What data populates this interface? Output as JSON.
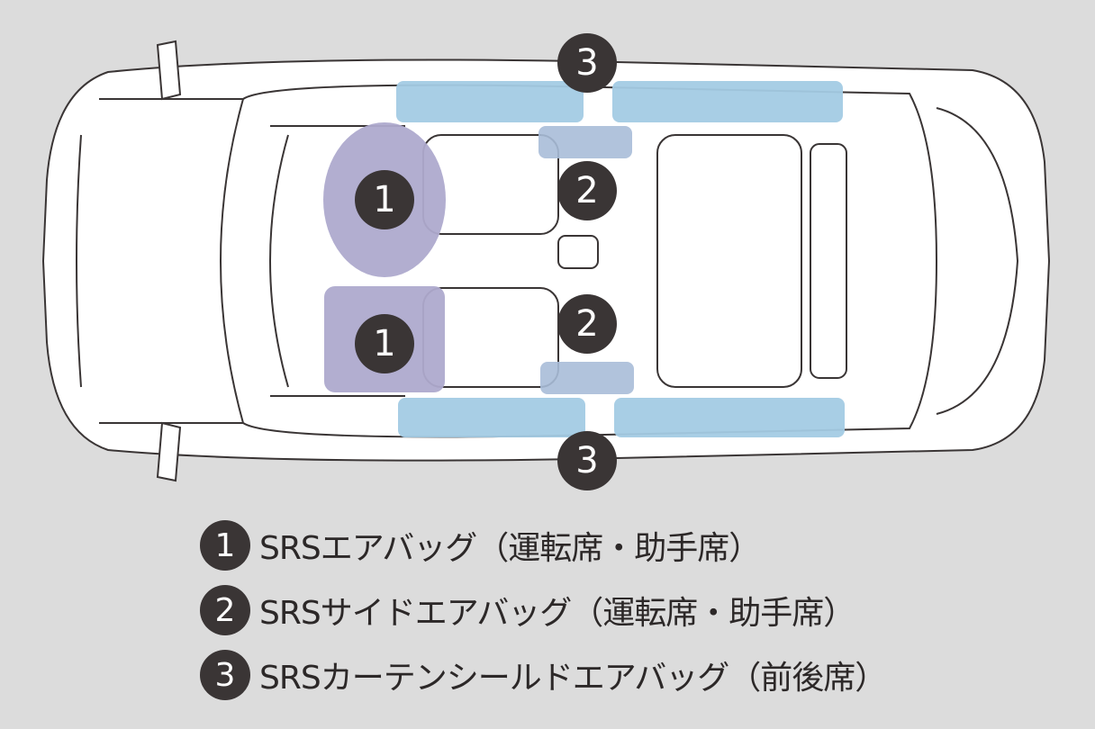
{
  "colors": {
    "background": "#dcdcdc",
    "curtain_airbag": "#a3cbe4",
    "front_airbag": "#aeaacd",
    "side_airbag": "#a9bcd8",
    "badge": "#3a3535"
  },
  "diagram": {
    "badges": [
      "1",
      "1",
      "2",
      "2",
      "3",
      "3"
    ]
  },
  "legend": [
    {
      "num": "1",
      "label": "SRSエアバッグ（運転席・助手席）"
    },
    {
      "num": "2",
      "label": "SRSサイドエアバッグ（運転席・助手席）"
    },
    {
      "num": "3",
      "label": "SRSカーテンシールドエアバッグ（前後席）"
    }
  ]
}
